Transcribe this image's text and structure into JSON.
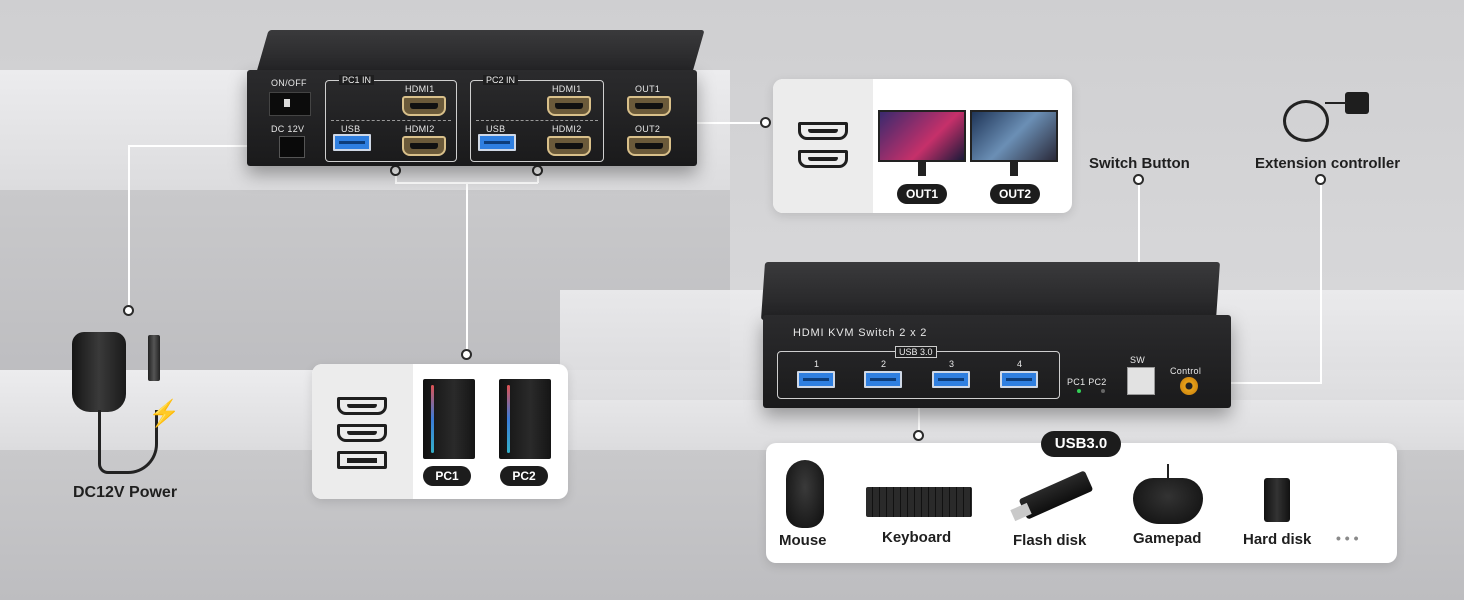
{
  "top_switch": {
    "power_label": "ON/OFF",
    "dc_label": "DC 12V",
    "pc1_in": "PC1 IN",
    "pc2_in": "PC2 IN",
    "hdmi1": "HDMI1",
    "hdmi2": "HDMI2",
    "usb": "USB",
    "out1": "OUT1",
    "out2": "OUT2"
  },
  "bottom_switch": {
    "model_label": "HDMI KVM Switch 2 x 2",
    "usb_group": "USB 3.0",
    "ports": [
      "1",
      "2",
      "3",
      "4"
    ],
    "pc_leds": "PC1 PC2",
    "sw_label": "SW",
    "control_label": "Control"
  },
  "outputs_card": {
    "out1": "OUT1",
    "out2": "OUT2"
  },
  "inputs_card": {
    "pc1": "PC1",
    "pc2": "PC2"
  },
  "power": {
    "caption": "DC12V Power"
  },
  "switch_button": {
    "caption": "Switch Button"
  },
  "extension": {
    "caption": "Extension controller"
  },
  "usb_devices": {
    "badge": "USB3.0",
    "items": [
      "Mouse",
      "Keyboard",
      "Flash disk",
      "Gamepad",
      "Hard disk"
    ],
    "more": "• • •"
  }
}
